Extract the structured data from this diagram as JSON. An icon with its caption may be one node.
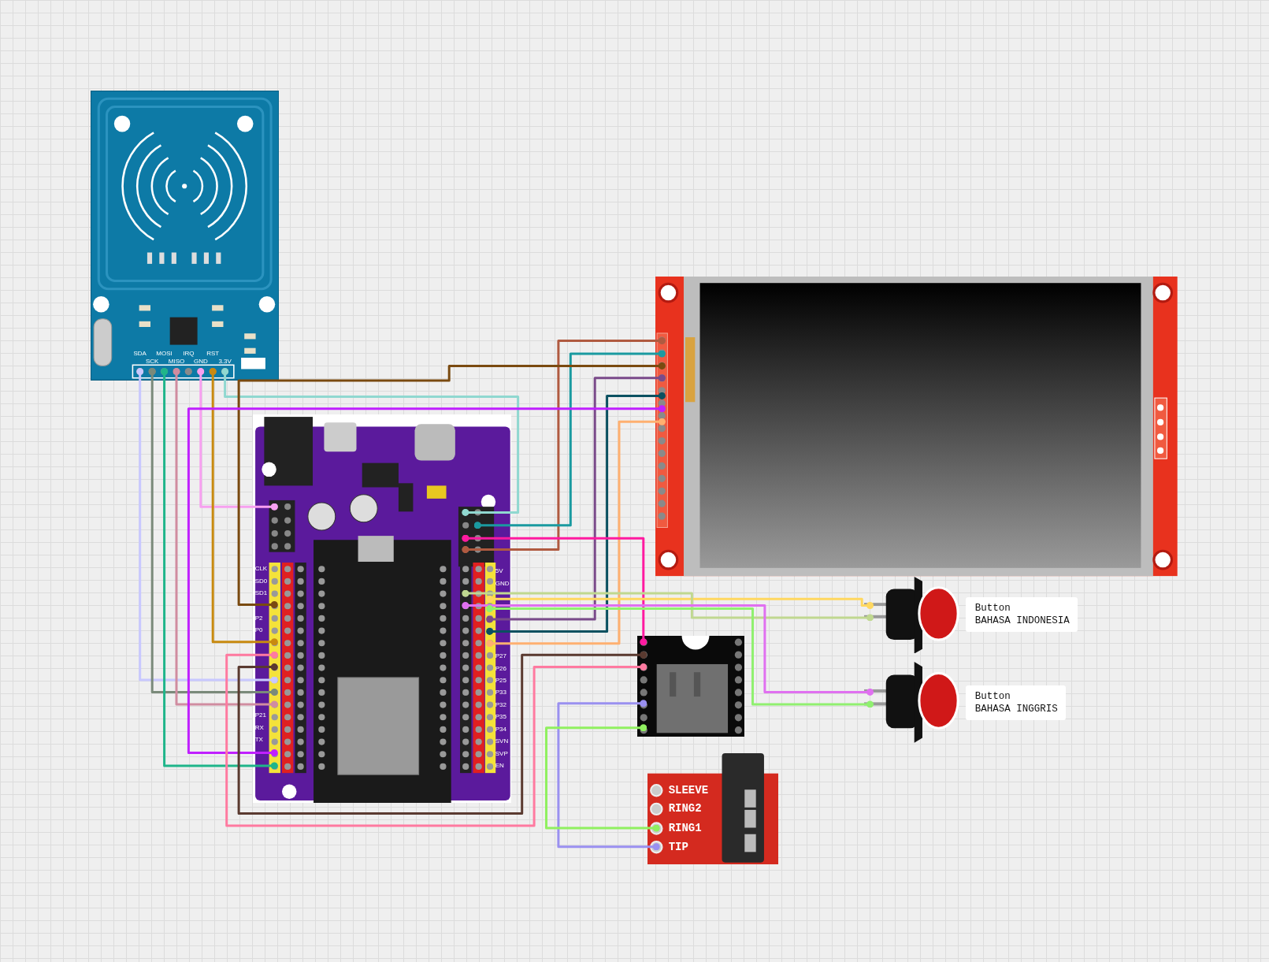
{
  "diagram": {
    "nodes": [
      {
        "text": [],
        "shape": "picture"
      },
      {
        "text": [],
        "shape": "picture"
      },
      {
        "text": [],
        "shape": "picture"
      },
      {
        "text": [],
        "shape": "picture"
      },
      {
        "text": [],
        "shape": "picture"
      },
      {
        "text": [],
        "shape": "picture",
        "beside": [
          "Button",
          "BAHASA INDONESIA"
        ]
      },
      {
        "text": [],
        "shape": "picture",
        "beside": [
          "Button",
          "BAHASA INGGRIS"
        ]
      }
    ],
    "edges": [
      {
        "from": 0,
        "to": 1,
        "arrow": "other",
        "color": "#c8c8ff"
      },
      {
        "from": 0,
        "to": 1,
        "arrow": "other",
        "color": "#7a8a7a"
      },
      {
        "from": 0,
        "to": 1,
        "arrow": "other",
        "color": "#1fb58a"
      },
      {
        "from": 0,
        "to": 1,
        "arrow": "other",
        "color": "#d08ca0"
      },
      {
        "from": 0,
        "to": 1,
        "arrow": "other",
        "color": "#f7a0f0"
      },
      {
        "from": 0,
        "to": 1,
        "arrow": "other",
        "color": "#c88a10"
      },
      {
        "from": 0,
        "to": 1,
        "arrow": "other",
        "color": "#90d8d0"
      },
      {
        "from": 2,
        "to": 1,
        "arrow": "other",
        "color": "#b05a40"
      },
      {
        "from": 2,
        "to": 1,
        "arrow": "other",
        "color": "#1a9aa0"
      },
      {
        "from": 2,
        "to": 1,
        "arrow": "other",
        "color": "#7a4a10"
      },
      {
        "from": 2,
        "to": 1,
        "arrow": "other",
        "color": "#7a4a8a"
      },
      {
        "from": 2,
        "to": 1,
        "arrow": "other",
        "color": "#0a5060"
      },
      {
        "from": 2,
        "to": 1,
        "arrow": "other",
        "color": "#c020ff"
      },
      {
        "from": 2,
        "to": 1,
        "arrow": "other",
        "color": "#ffb070"
      },
      {
        "from": 1,
        "to": 3,
        "arrow": "other",
        "color": "#ff1aa0"
      },
      {
        "from": 3,
        "to": 1,
        "arrow": "other",
        "color": "#5a3a30"
      },
      {
        "from": 3,
        "to": 1,
        "arrow": "other",
        "color": "#ff7aa0"
      },
      {
        "from": 3,
        "to": 4,
        "arrow": "other",
        "color": "#9a90f0"
      },
      {
        "from": 3,
        "to": 4,
        "arrow": "other",
        "color": "#90f060"
      },
      {
        "from": 1,
        "to": 5,
        "arrow": "other",
        "color": "#ffd860"
      },
      {
        "from": 1,
        "to": 5,
        "arrow": "other",
        "color": "#c0d890"
      },
      {
        "from": 1,
        "to": 6,
        "arrow": "other",
        "color": "#e070f0"
      },
      {
        "from": 1,
        "to": 6,
        "arrow": "other",
        "color": "#90f070"
      }
    ],
    "labels": [
      "SDA",
      "SCK",
      "MOSI",
      "MISO",
      "IRQ",
      "GND",
      "RST",
      "3.3V",
      "CLK",
      "SD0",
      "SD1",
      "P2",
      "P0",
      "P21",
      "RX",
      "TX",
      "5V",
      "GND",
      "P27",
      "P26",
      "P25",
      "P33",
      "P32",
      "P35",
      "P34",
      "SVN",
      "SVP",
      "EN",
      "SLEEVE",
      "RING2",
      "RING1",
      "TIP"
    ]
  }
}
